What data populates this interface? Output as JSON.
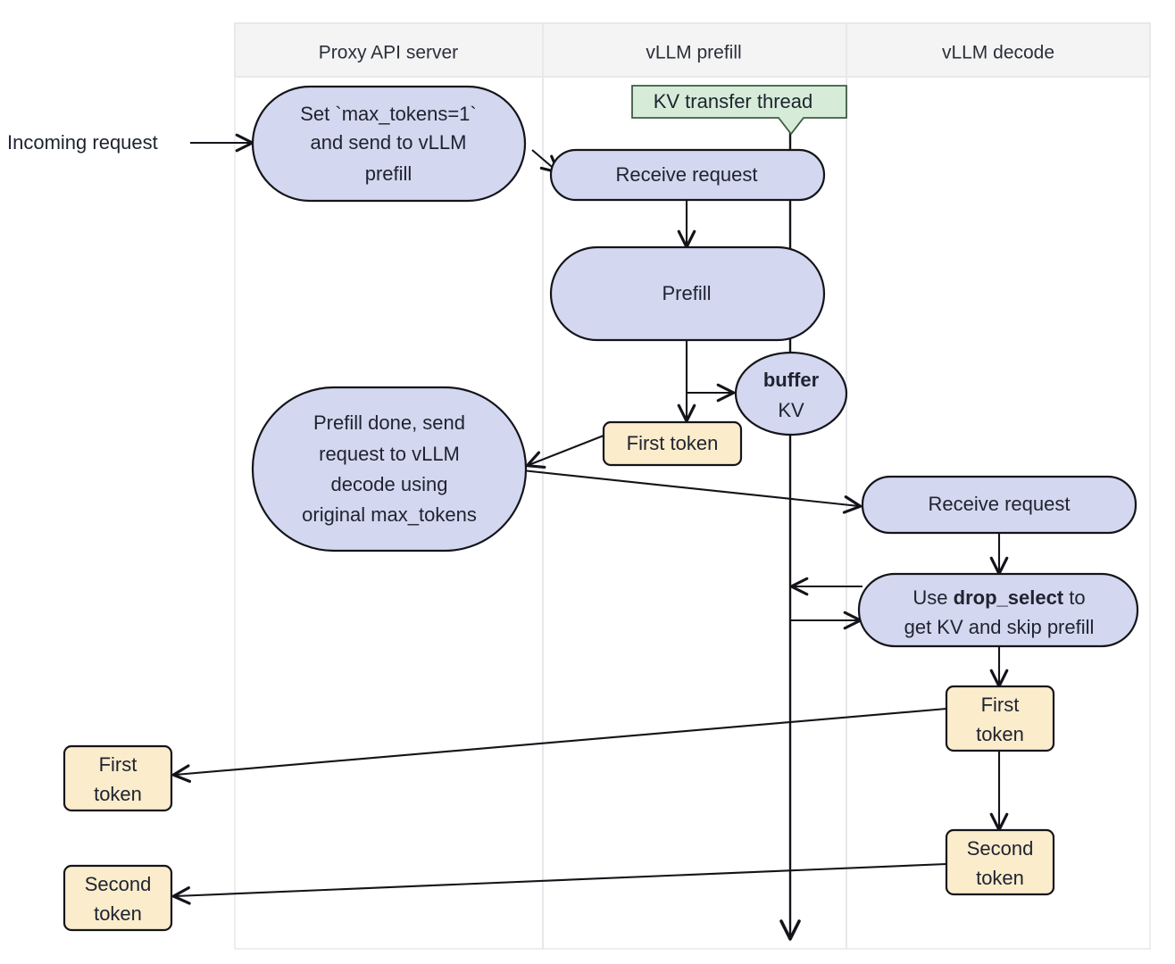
{
  "diagram": {
    "title": "vLLM disaggregated prefill flow",
    "background": "#ffffff",
    "colors": {
      "process_fill": "#d3d7ef",
      "note_fill": "#d6ecd8",
      "token_fill": "#fbeccc",
      "lane_header_fill": "#f4f4f5",
      "stroke": "#13131a"
    },
    "lanes": [
      {
        "id": "proxy",
        "label": "Proxy API server"
      },
      {
        "id": "prefill",
        "label": "vLLM prefill"
      },
      {
        "id": "decode",
        "label": "vLLM decode"
      }
    ],
    "external_labels": [
      {
        "id": "incoming-request",
        "text": "Incoming request"
      }
    ],
    "nodes": {
      "set_max_tokens": {
        "lane": "proxy",
        "shape": "stadium",
        "lines": [
          "Set `max_tokens=1`",
          "and send to vLLM",
          "prefill"
        ]
      },
      "prefill_done": {
        "lane": "proxy",
        "shape": "stadium",
        "lines": [
          "Prefill done, send",
          "request to vLLM",
          "decode using",
          "original max_tokens"
        ]
      },
      "proxy_first_token": {
        "lane": "proxy-out",
        "shape": "rect",
        "lines": [
          "First",
          "token"
        ]
      },
      "proxy_second_token": {
        "lane": "proxy-out",
        "shape": "rect",
        "lines": [
          "Second",
          "token"
        ]
      },
      "kv_transfer_thread": {
        "lane": "prefill",
        "shape": "note",
        "lines": [
          "KV transfer thread"
        ]
      },
      "prefill_receive_request": {
        "lane": "prefill",
        "shape": "stadium",
        "lines": [
          "Receive request"
        ]
      },
      "prefill_prefill": {
        "lane": "prefill",
        "shape": "stadium",
        "lines": [
          "Prefill"
        ]
      },
      "buffer_kv": {
        "lane": "prefill",
        "shape": "ellipse",
        "lines": [
          "buffer",
          "KV"
        ],
        "bold_lines": [
          0
        ]
      },
      "prefill_first_token": {
        "lane": "prefill",
        "shape": "rect",
        "lines": [
          "First token"
        ]
      },
      "decode_receive_request": {
        "lane": "decode",
        "shape": "stadium",
        "lines": [
          "Receive request"
        ]
      },
      "drop_select": {
        "lane": "decode",
        "shape": "stadium",
        "line1_parts": [
          {
            "text": "Use ",
            "bold": false
          },
          {
            "text": "drop_select",
            "bold": true
          },
          {
            "text": " to",
            "bold": false
          }
        ],
        "line2": "get KV and skip prefill"
      },
      "decode_first_token": {
        "lane": "decode",
        "shape": "rect",
        "lines": [
          "First",
          "token"
        ]
      },
      "decode_second_token": {
        "lane": "decode",
        "shape": "rect",
        "lines": [
          "Second",
          "token"
        ]
      }
    },
    "edges": [
      {
        "id": "incoming-to-set",
        "from": "incoming-request",
        "to": "set_max_tokens",
        "arrow": true
      },
      {
        "id": "set-to-receive",
        "from": "set_max_tokens",
        "to": "prefill_receive_request",
        "arrow": true
      },
      {
        "id": "receive-to-prefill",
        "from": "prefill_receive_request",
        "to": "prefill_prefill",
        "arrow": true
      },
      {
        "id": "prefill-to-firsttoken",
        "from": "prefill_prefill",
        "to": "prefill_first_token",
        "arrow": true
      },
      {
        "id": "prefill-to-buffer",
        "from": "prefill_prefill",
        "to": "buffer_kv",
        "arrow": true
      },
      {
        "id": "firsttoken-to-prefilldone",
        "from": "prefill_first_token",
        "to": "prefill_done",
        "arrow": true
      },
      {
        "id": "prefilldone-to-decodereceive",
        "from": "prefill_done",
        "to": "decode_receive_request",
        "arrow": true
      },
      {
        "id": "decodereceive-to-dropselect",
        "from": "decode_receive_request",
        "to": "drop_select",
        "arrow": true
      },
      {
        "id": "dropselect-to-thread",
        "from": "drop_select",
        "to": "kv_thread_lifeline",
        "arrow": true
      },
      {
        "id": "thread-to-dropselect",
        "from": "kv_thread_lifeline",
        "to": "drop_select",
        "arrow": true
      },
      {
        "id": "dropselect-to-firsttoken",
        "from": "drop_select",
        "to": "decode_first_token",
        "arrow": true
      },
      {
        "id": "decodefirst-to-decodesecond",
        "from": "decode_first_token",
        "to": "decode_second_token",
        "arrow": true
      },
      {
        "id": "decodefirst-to-proxyfirst",
        "from": "decode_first_token",
        "to": "proxy_first_token",
        "arrow": true
      },
      {
        "id": "decodesecond-to-proxysecond",
        "from": "decode_second_token",
        "to": "proxy_second_token",
        "arrow": true
      },
      {
        "id": "kv-thread-lifeline",
        "from": "kv_transfer_thread",
        "to": "bottom",
        "arrow": true
      }
    ]
  }
}
